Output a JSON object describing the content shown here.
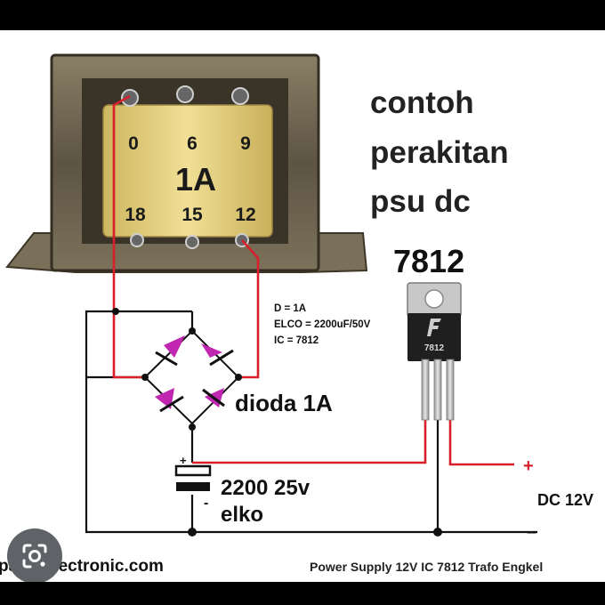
{
  "transformer": {
    "taps_top": [
      "0",
      "6",
      "9"
    ],
    "taps_bottom": [
      "18",
      "15",
      "12"
    ],
    "rating": "1A"
  },
  "heading": {
    "line1": "contoh",
    "line2": "perakitan",
    "line3": "psu dc"
  },
  "regulator": {
    "title": "7812",
    "body_label": "7812"
  },
  "specs": {
    "d": "D = 1A",
    "elco": "ELCO = 2200uF/50V",
    "ic": "IC = 7812"
  },
  "bridge_label": "dioda 1A",
  "capacitor": {
    "plus": "+",
    "minus": "-",
    "label1": "2200 25v",
    "label2": "elko"
  },
  "output": {
    "plus": "+",
    "minus": "–",
    "label": "DC 12V"
  },
  "footer": {
    "website": "paharelectronic.com",
    "caption": "Power Supply 12V IC 7812 Trafo Engkel"
  },
  "colors": {
    "wire_red": "#d81f2a",
    "wire_black": "#111111",
    "diode": "#c026b0",
    "coil": "#e3cf7e",
    "core": "#6e6450"
  },
  "icons": {
    "lens": "google-lens-icon"
  }
}
